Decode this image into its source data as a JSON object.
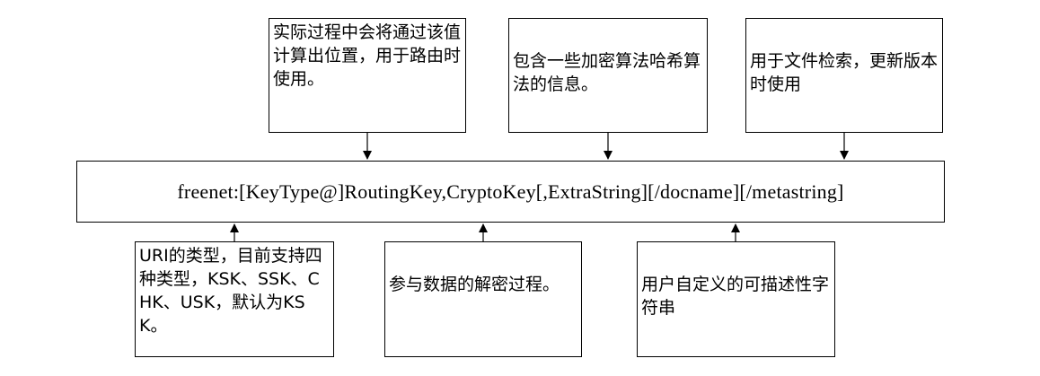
{
  "main": {
    "uri": "freenet:[KeyType@]RoutingKey,CryptoKey[,ExtraString][/docname][/metastring]"
  },
  "annotations_top": [
    {
      "text": "实际过程中会将通过该值计算出位置，用于路由时使用。"
    },
    {
      "text": "包含一些加密算法哈希算法的信息。"
    },
    {
      "text": "用于文件检索，更新版本时使用"
    }
  ],
  "annotations_bottom": [
    {
      "text": "URI的类型，目前支持四种类型，KSK、SSK、CHK、USK，默认为KSK。"
    },
    {
      "text": "参与数据的解密过程。"
    },
    {
      "text": "用户自定义的可描述性字符串"
    }
  ],
  "colors": {
    "stroke": "#000000",
    "background": "#ffffff"
  }
}
